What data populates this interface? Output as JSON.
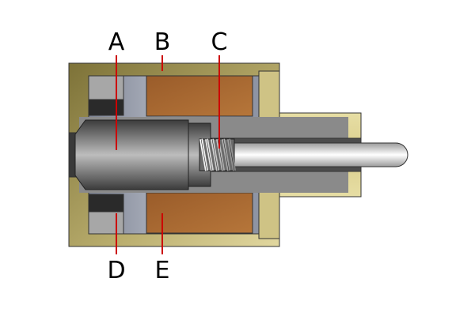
{
  "labels": {
    "a": "A",
    "b": "B",
    "c": "C",
    "d": "D",
    "e": "E"
  },
  "colors": {
    "housing_light": "#e3d99b",
    "housing_dark": "#857a40",
    "coil": "#a8692f",
    "plunger_light": "#d8d8d8",
    "plunger_dark": "#505050",
    "rod": "#f2f2f2",
    "leader": "#cc0000"
  }
}
